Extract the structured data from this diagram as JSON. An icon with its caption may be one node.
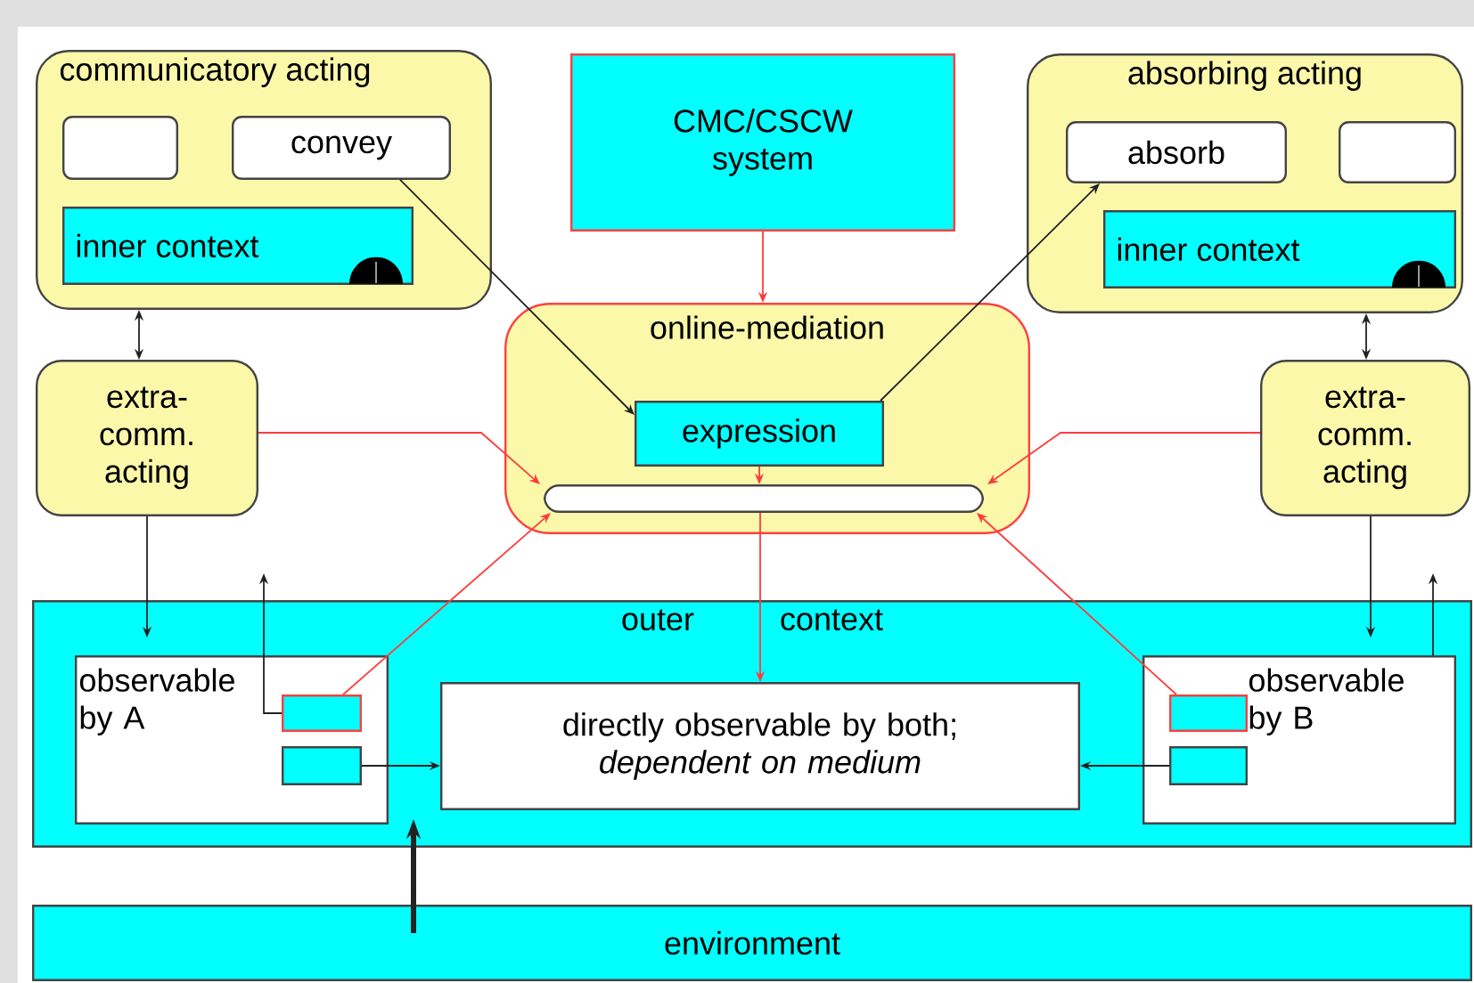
{
  "diagram": {
    "nodes": [
      {
        "text": [
          "communicatory acting"
        ]
      },
      {
        "text": [],
        "shape": "box",
        "in": 0
      },
      {
        "text": [
          "convey"
        ],
        "in": 0
      },
      {
        "text": [
          "inner context"
        ],
        "in": 0
      },
      {
        "text": [
          "CMC/CSCW system"
        ]
      },
      {
        "text": [
          "absorbing acting"
        ]
      },
      {
        "text": [
          "absorb"
        ],
        "in": 5
      },
      {
        "text": [],
        "shape": "box",
        "in": 5
      },
      {
        "text": [
          "inner context"
        ],
        "in": 5
      },
      {
        "text": [
          "extra-comm. acting"
        ]
      },
      {
        "text": [
          "online-mediation"
        ]
      },
      {
        "text": [
          "expression"
        ],
        "in": 10
      },
      {
        "text": [],
        "shape": "bar",
        "in": 10
      },
      {
        "text": [
          "extra-comm. acting"
        ]
      },
      {
        "text": [
          "outer context"
        ]
      },
      {
        "text": [
          "observable by A"
        ],
        "in": 14
      },
      {
        "text": [],
        "shape": "box",
        "in": 15
      },
      {
        "text": [],
        "shape": "box",
        "in": 15
      },
      {
        "text": [
          "directly observable by both;",
          "dependent on medium"
        ],
        "in": 14
      },
      {
        "text": [
          "observable by B"
        ],
        "in": 14
      },
      {
        "text": [],
        "shape": "box",
        "in": 19
      },
      {
        "text": [],
        "shape": "box",
        "in": 19
      },
      {
        "text": [
          "environment"
        ]
      }
    ],
    "edges": [
      {
        "from": 2,
        "to": 11,
        "arrow": "to"
      },
      {
        "from": 11,
        "to": 6,
        "arrow": "to"
      },
      {
        "from": 4,
        "to": 10,
        "arrow": "to",
        "color": "#ff3b3b"
      },
      {
        "from": 0,
        "to": 9,
        "arrow": "both"
      },
      {
        "from": 5,
        "to": 13,
        "arrow": "both"
      },
      {
        "from": 9,
        "to": 12,
        "arrow": "to",
        "color": "#ff3b3b"
      },
      {
        "from": 13,
        "to": 12,
        "arrow": "to",
        "color": "#ff3b3b"
      },
      {
        "from": 11,
        "to": 12,
        "arrow": "to",
        "color": "#ff3b3b"
      },
      {
        "from": 12,
        "to": 18,
        "arrow": "to",
        "color": "#ff3b3b"
      },
      {
        "from": 16,
        "to": 12,
        "arrow": "to",
        "color": "#ff3b3b"
      },
      {
        "from": 20,
        "to": 12,
        "arrow": "to",
        "color": "#ff3b3b"
      },
      {
        "from": 9,
        "to": 15,
        "arrow": "to"
      },
      {
        "from": 16,
        "to": null,
        "arrow": "to"
      },
      {
        "from": 17,
        "to": 18,
        "arrow": "to"
      },
      {
        "from": 13,
        "to": 19,
        "arrow": "to"
      },
      {
        "from": 19,
        "to": null,
        "arrow": "to"
      },
      {
        "from": 21,
        "to": 18,
        "arrow": "to"
      },
      {
        "from": 22,
        "to": 14,
        "arrow": "to",
        "style": "thick"
      }
    ]
  }
}
